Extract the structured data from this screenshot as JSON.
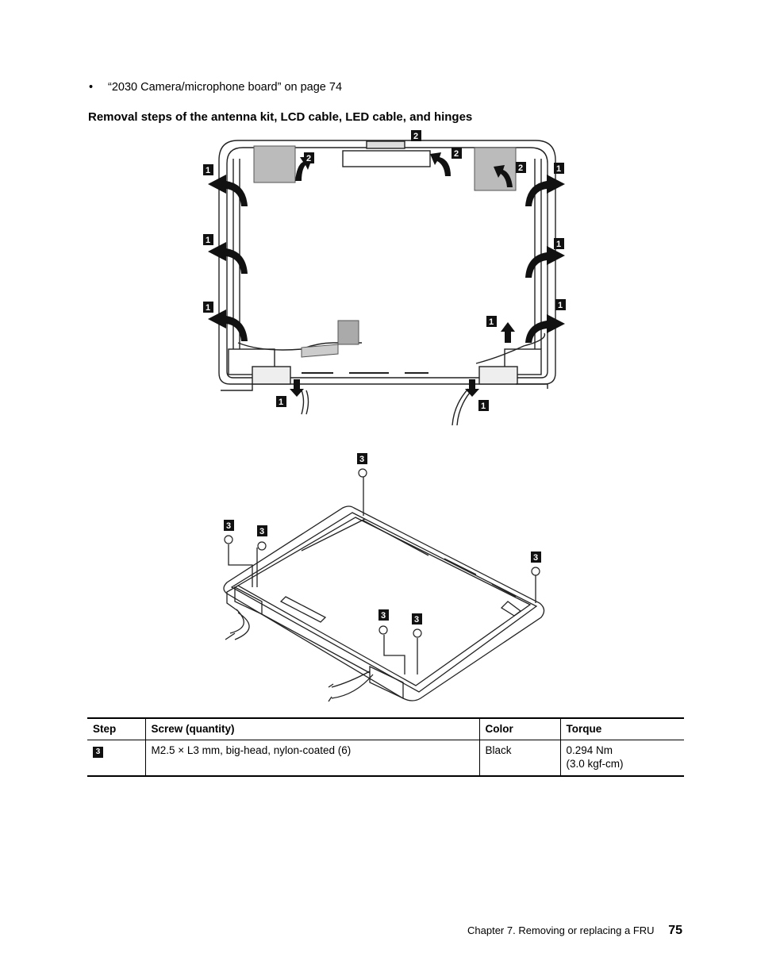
{
  "bullet": {
    "symbol": "•",
    "text": "“2030 Camera/microphone board” on page 74"
  },
  "heading": "Removal steps of the antenna kit, LCD cable, LED cable, and hinges",
  "figure_top": {
    "callouts": [
      "1",
      "1",
      "1",
      "1",
      "1",
      "1",
      "1",
      "1",
      "1",
      "2",
      "2",
      "2",
      "2"
    ]
  },
  "figure_bottom": {
    "callouts": [
      "3",
      "3",
      "3",
      "3",
      "3",
      "3"
    ]
  },
  "table": {
    "headers": [
      "Step",
      "Screw (quantity)",
      "Color",
      "Torque"
    ],
    "row": {
      "step": "3",
      "screw": "M2.5 × L3 mm, big-head, nylon-coated (6)",
      "color": "Black",
      "torque_1": "0.294 Nm",
      "torque_2": "(3.0 kgf-cm)"
    }
  },
  "footer": {
    "chapter": "Chapter 7. Removing or replacing a FRU",
    "page": "75"
  }
}
